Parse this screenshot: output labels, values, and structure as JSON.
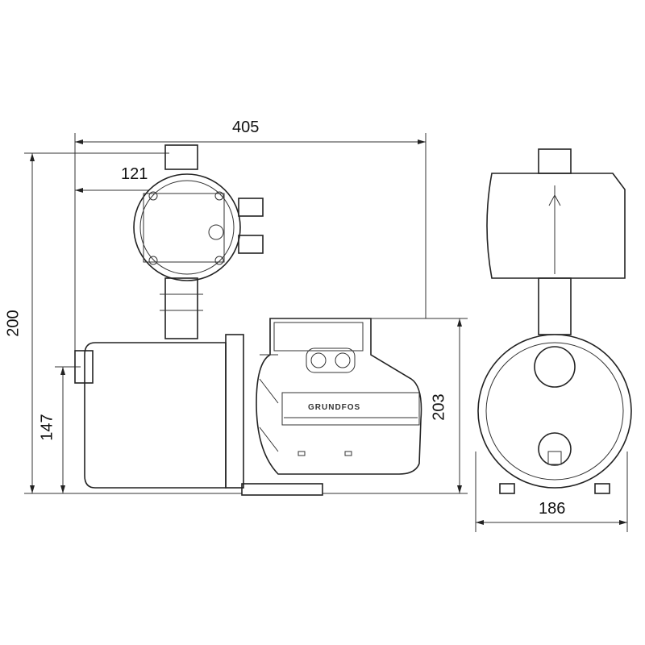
{
  "dimensions": {
    "overall_length": "405",
    "controller_offset": "121",
    "overall_height": "200",
    "inlet_height": "147",
    "outlet_height": "203",
    "width": "186"
  },
  "logo": "GRUNDFOS"
}
